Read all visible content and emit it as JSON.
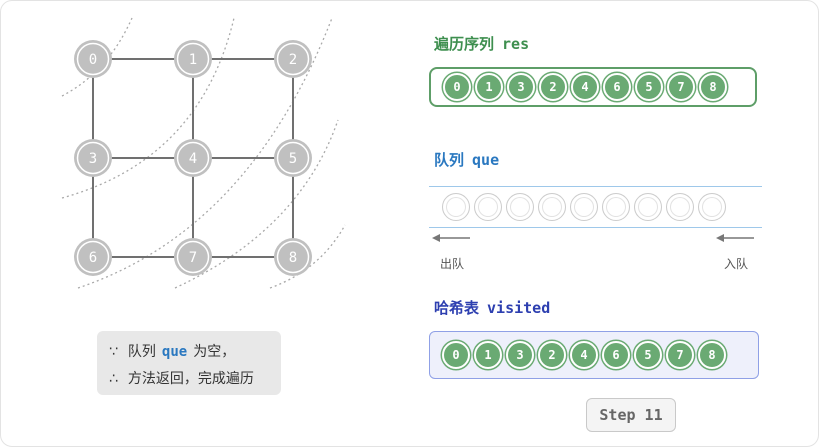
{
  "graph": {
    "nodes": [
      {
        "id": "0",
        "row": 0,
        "col": 0
      },
      {
        "id": "1",
        "row": 0,
        "col": 1
      },
      {
        "id": "2",
        "row": 0,
        "col": 2
      },
      {
        "id": "3",
        "row": 1,
        "col": 0
      },
      {
        "id": "4",
        "row": 1,
        "col": 1
      },
      {
        "id": "5",
        "row": 1,
        "col": 2
      },
      {
        "id": "6",
        "row": 2,
        "col": 0
      },
      {
        "id": "7",
        "row": 2,
        "col": 1
      },
      {
        "id": "8",
        "row": 2,
        "col": 2
      }
    ],
    "edges": [
      [
        "0",
        "1"
      ],
      [
        "1",
        "2"
      ],
      [
        "0",
        "3"
      ],
      [
        "1",
        "4"
      ],
      [
        "2",
        "5"
      ],
      [
        "3",
        "4"
      ],
      [
        "4",
        "5"
      ],
      [
        "3",
        "6"
      ],
      [
        "4",
        "7"
      ],
      [
        "5",
        "8"
      ],
      [
        "6",
        "7"
      ],
      [
        "7",
        "8"
      ]
    ],
    "colors": {
      "node_fill": "#c0c0c0",
      "edge": "#707070",
      "wave": "#a9a9a9"
    }
  },
  "res": {
    "title_cn": "遍历序列",
    "title_code": "res",
    "items": [
      "0",
      "1",
      "3",
      "2",
      "4",
      "6",
      "5",
      "7",
      "8"
    ]
  },
  "queue": {
    "title_cn": "队列",
    "title_code": "que",
    "slots": 9,
    "out_label": "出队",
    "in_label": "入队"
  },
  "visited": {
    "title_cn": "哈希表",
    "title_code": "visited",
    "items": [
      "0",
      "1",
      "3",
      "2",
      "4",
      "6",
      "5",
      "7",
      "8"
    ]
  },
  "note": {
    "line1_sym": "∵",
    "line1_a": "队列",
    "line1_code": "que",
    "line1_b": "为空，",
    "line2_sym": "∴",
    "line2_text": "方法返回，完成遍历"
  },
  "step": {
    "label": "Step 11"
  },
  "colors": {
    "accent_green": "#6aaa73",
    "title_green": "#3e8f4f",
    "title_blue": "#2a78c0",
    "title_navy": "#2d3fb0"
  }
}
